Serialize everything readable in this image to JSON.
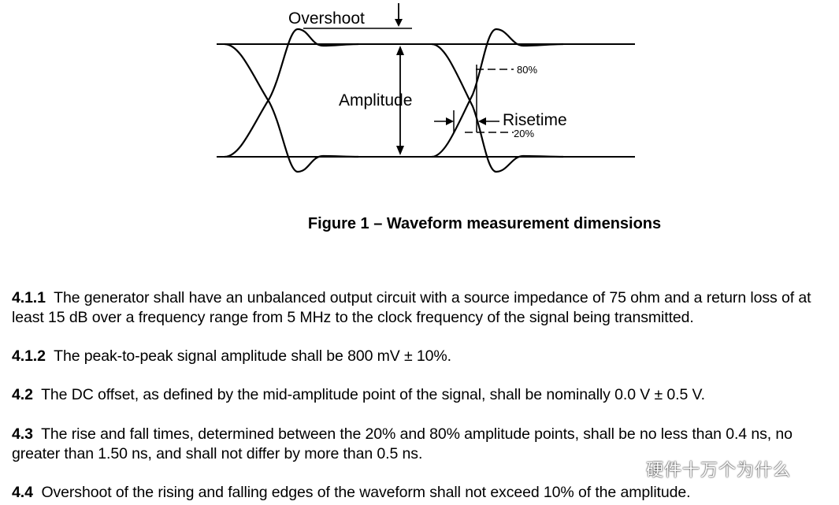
{
  "figure": {
    "labels": {
      "overshoot": "Overshoot",
      "amplitude": "Amplitude",
      "risetime": "Risetime",
      "pct80": "80%",
      "pct20": "20%"
    },
    "caption": "Figure 1 – Waveform measurement dimensions"
  },
  "paragraphs": [
    {
      "number": "4.1.1",
      "text": "The generator shall have an unbalanced output circuit with a source impedance of 75 ohm and a return loss of at least 15 dB over a frequency range from 5 MHz to the clock frequency of the signal being transmitted."
    },
    {
      "number": "4.1.2",
      "text": "The peak-to-peak signal amplitude shall be 800 mV ± 10%."
    },
    {
      "number": "4.2",
      "text": "The DC offset, as defined by the mid-amplitude point of the signal, shall be nominally 0.0 V ± 0.5 V."
    },
    {
      "number": "4.3",
      "text": "The rise and fall times, determined between the 20% and 80% amplitude points, shall be no less than 0.4 ns, no greater than 1.50 ns, and shall not differ by more than 0.5 ns."
    },
    {
      "number": "4.4",
      "text": "Overshoot of the rising and falling edges of the waveform shall not exceed 10% of the amplitude."
    }
  ],
  "watermark": {
    "text": "硬件十万个为什么",
    "icon": "wechat-icon"
  }
}
